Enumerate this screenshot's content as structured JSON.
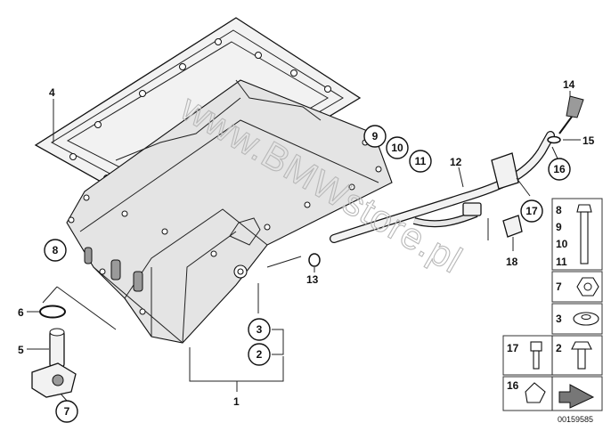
{
  "watermark": "www.BMWstore.pl",
  "reference_number": "00159585",
  "callouts": {
    "c1": "1",
    "c2": "2",
    "c3": "3",
    "c4": "4",
    "c5": "5",
    "c6": "6",
    "c7": "7",
    "c8": "8",
    "c9": "9",
    "c10": "10",
    "c11": "11",
    "c12": "12",
    "c13": "13",
    "c14": "14",
    "c15": "15",
    "c16": "16",
    "c17": "17",
    "c18": "18"
  },
  "legend": {
    "r1": [
      "8",
      "9",
      "10",
      "11"
    ],
    "r2": "7",
    "r3": "3",
    "r4a": "17",
    "r4b": "2",
    "r5": "16"
  }
}
